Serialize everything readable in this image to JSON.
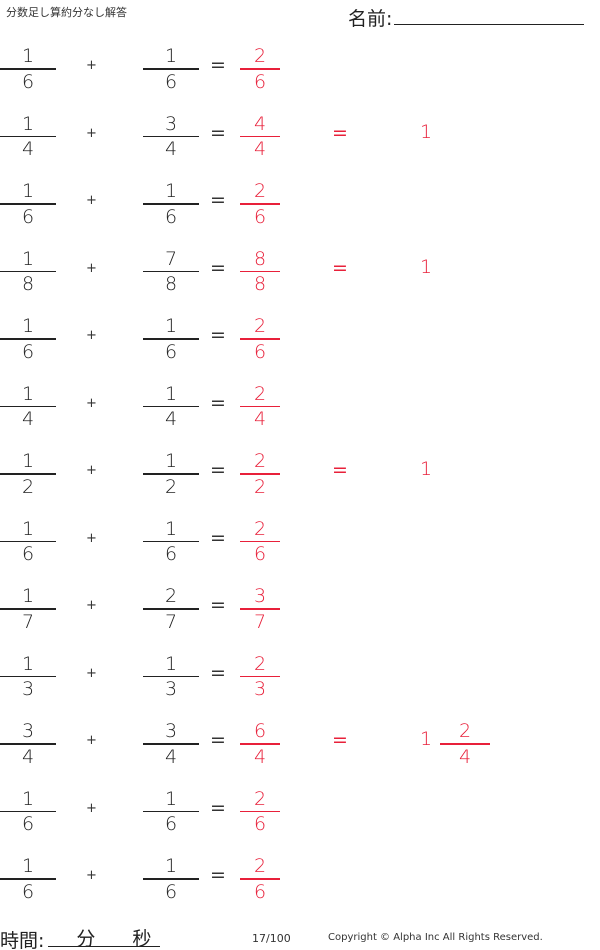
{
  "header": {
    "title": "分数足し算約分なし解答",
    "name_label": "名前:"
  },
  "problems": [
    {
      "a": {
        "n": "1",
        "d": "6"
      },
      "b": {
        "n": "1",
        "d": "6"
      },
      "sum": {
        "n": "2",
        "d": "6"
      },
      "simplified": null
    },
    {
      "a": {
        "n": "1",
        "d": "4"
      },
      "b": {
        "n": "3",
        "d": "4"
      },
      "sum": {
        "n": "4",
        "d": "4"
      },
      "simplified": {
        "whole": "1"
      }
    },
    {
      "a": {
        "n": "1",
        "d": "6"
      },
      "b": {
        "n": "1",
        "d": "6"
      },
      "sum": {
        "n": "2",
        "d": "6"
      },
      "simplified": null
    },
    {
      "a": {
        "n": "1",
        "d": "8"
      },
      "b": {
        "n": "7",
        "d": "8"
      },
      "sum": {
        "n": "8",
        "d": "8"
      },
      "simplified": {
        "whole": "1"
      }
    },
    {
      "a": {
        "n": "1",
        "d": "6"
      },
      "b": {
        "n": "1",
        "d": "6"
      },
      "sum": {
        "n": "2",
        "d": "6"
      },
      "simplified": null
    },
    {
      "a": {
        "n": "1",
        "d": "4"
      },
      "b": {
        "n": "1",
        "d": "4"
      },
      "sum": {
        "n": "2",
        "d": "4"
      },
      "simplified": null
    },
    {
      "a": {
        "n": "1",
        "d": "2"
      },
      "b": {
        "n": "1",
        "d": "2"
      },
      "sum": {
        "n": "2",
        "d": "2"
      },
      "simplified": {
        "whole": "1"
      }
    },
    {
      "a": {
        "n": "1",
        "d": "6"
      },
      "b": {
        "n": "1",
        "d": "6"
      },
      "sum": {
        "n": "2",
        "d": "6"
      },
      "simplified": null
    },
    {
      "a": {
        "n": "1",
        "d": "7"
      },
      "b": {
        "n": "2",
        "d": "7"
      },
      "sum": {
        "n": "3",
        "d": "7"
      },
      "simplified": null
    },
    {
      "a": {
        "n": "1",
        "d": "3"
      },
      "b": {
        "n": "1",
        "d": "3"
      },
      "sum": {
        "n": "2",
        "d": "3"
      },
      "simplified": null
    },
    {
      "a": {
        "n": "3",
        "d": "4"
      },
      "b": {
        "n": "3",
        "d": "4"
      },
      "sum": {
        "n": "6",
        "d": "4"
      },
      "simplified": {
        "whole": "1",
        "n": "2",
        "d": "4"
      }
    },
    {
      "a": {
        "n": "1",
        "d": "6"
      },
      "b": {
        "n": "1",
        "d": "6"
      },
      "sum": {
        "n": "2",
        "d": "6"
      },
      "simplified": null
    },
    {
      "a": {
        "n": "1",
        "d": "6"
      },
      "b": {
        "n": "1",
        "d": "6"
      },
      "sum": {
        "n": "2",
        "d": "6"
      },
      "simplified": null
    }
  ],
  "symbols": {
    "plus": "+",
    "equals": "="
  },
  "footer": {
    "time_label": "時間:",
    "minute_label": "分",
    "second_label": "秒",
    "page": "17/100",
    "copyright": "Copyright © Alpha Inc All Rights Reserved."
  },
  "colors": {
    "answer": "#e8203a",
    "text": "#222222"
  }
}
